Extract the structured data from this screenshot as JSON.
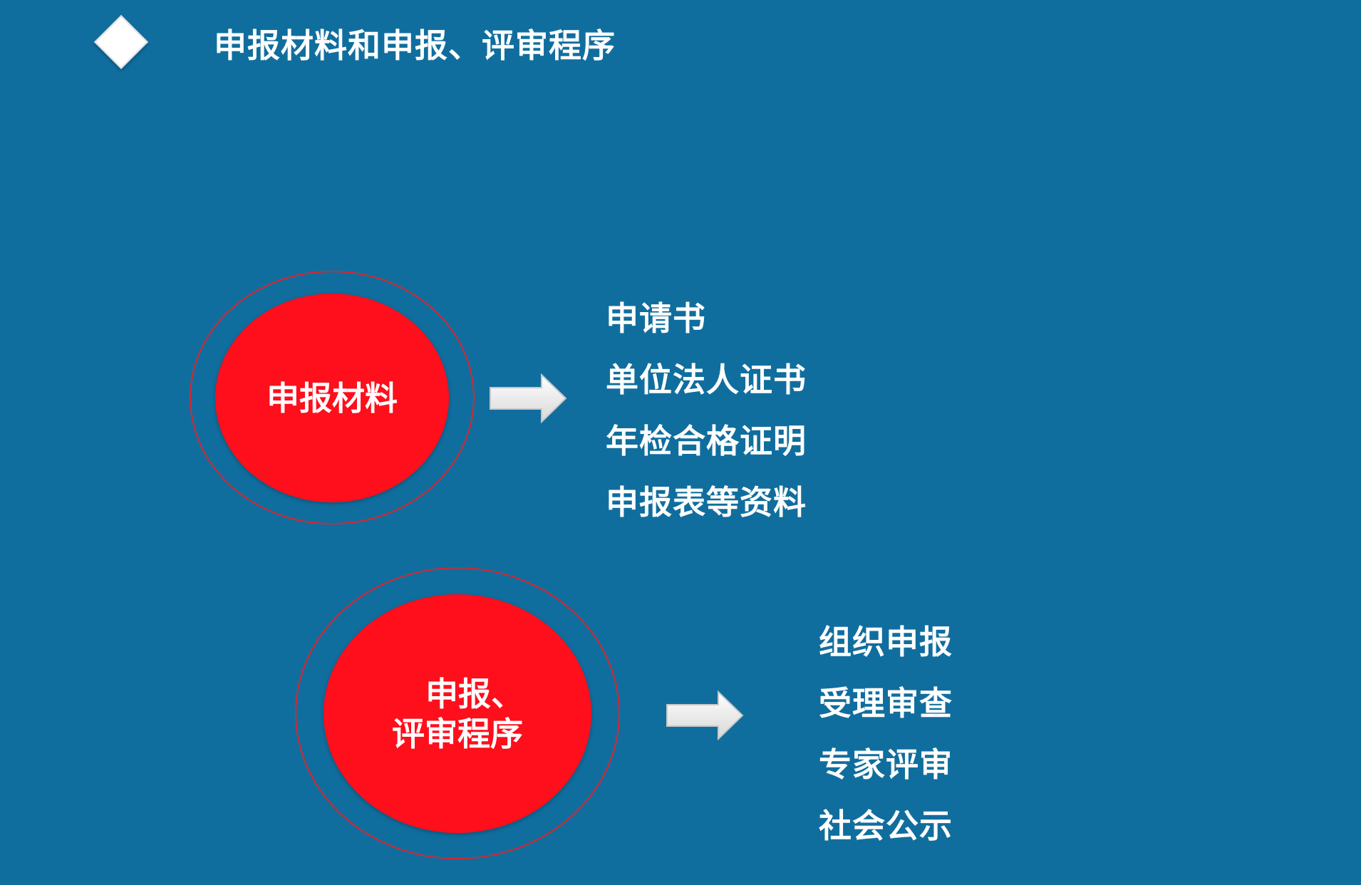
{
  "header": {
    "bullet_icon": "diamond-icon",
    "title": "申报材料和申报、评审程序"
  },
  "colors": {
    "background": "#106e9e",
    "circle_fill": "#ff0e1c",
    "ring_stroke": "#d9262e",
    "text": "#ffffff"
  },
  "sections": [
    {
      "label": "申报材料",
      "arrow_icon": "right-arrow-icon",
      "items": [
        "申请书",
        "单位法人证书",
        "年检合格证明",
        "申报表等资料"
      ]
    },
    {
      "label_line1": "申报、",
      "label_line2": "评审程序",
      "arrow_icon": "right-arrow-icon",
      "items": [
        "组织申报",
        "受理审查",
        "专家评审",
        "社会公示"
      ]
    }
  ]
}
